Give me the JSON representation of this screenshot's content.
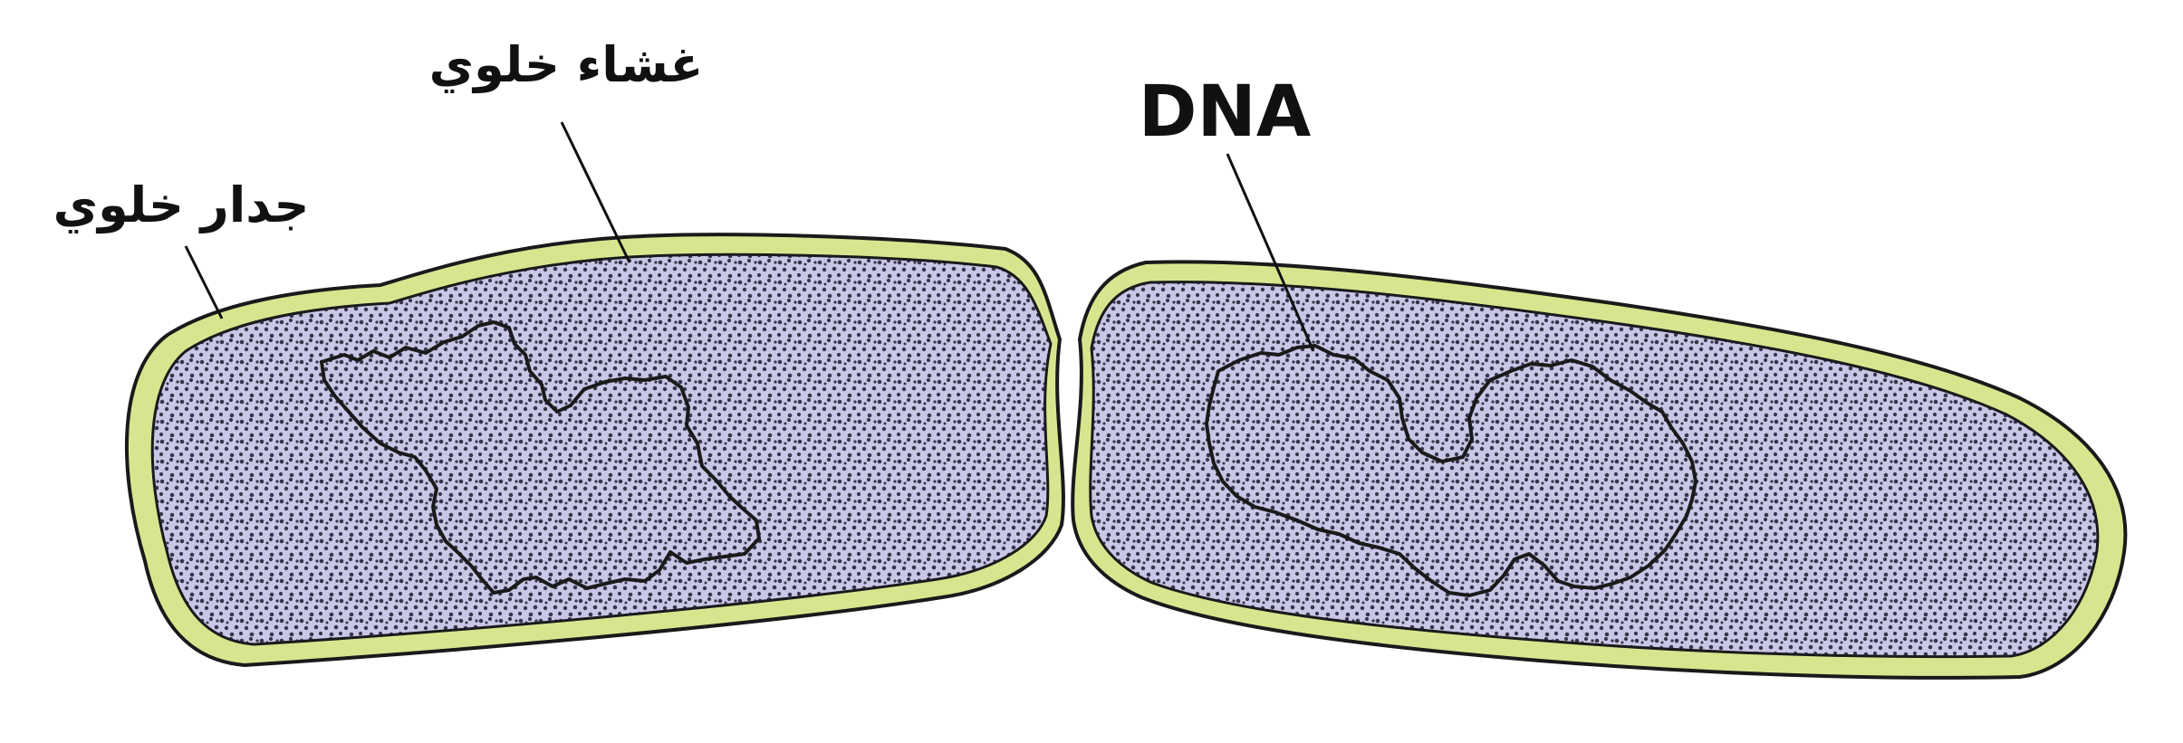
{
  "labels": {
    "cell_wall": "جدار خلوي",
    "cell_membrane": "غشاء خلوي",
    "dna": "DNA"
  },
  "colors": {
    "cell_wall": "#d8e58f",
    "cytoplasm": "#c9c7e6",
    "outline": "#1a1a1a",
    "granules": "#1c1c30",
    "text": "#111111"
  }
}
